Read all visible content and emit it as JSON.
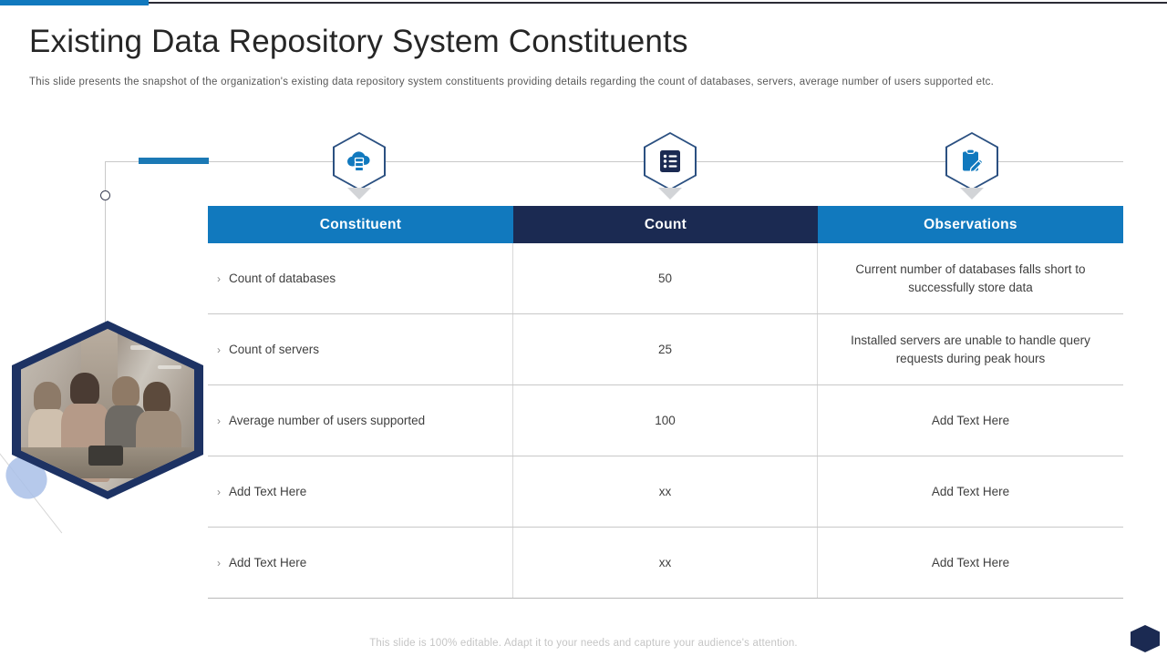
{
  "header": {
    "title": "Existing Data Repository System Constituents",
    "subtitle": "This slide presents the snapshot of the organization's  existing data repository  system constituents providing  details regarding  the count of databases, servers,  average  number of users supported  etc."
  },
  "icons": [
    {
      "name": "cloud-database-icon",
      "color": "#1179be"
    },
    {
      "name": "checklist-icon",
      "color": "#1b2a52"
    },
    {
      "name": "clipboard-pencil-icon",
      "color": "#1179be"
    }
  ],
  "table": {
    "columns": [
      {
        "label": "Constituent",
        "bg": "#1179be"
      },
      {
        "label": "Count",
        "bg": "#1b2a52"
      },
      {
        "label": "Observations",
        "bg": "#1179be"
      }
    ],
    "rows": [
      {
        "constituent": "Count of databases",
        "count": "50",
        "observation": "Current number of databases falls short to successfully  store data"
      },
      {
        "constituent": "Count of servers",
        "count": "25",
        "observation": "Installed  servers are unable to handle query requests during peak hours"
      },
      {
        "constituent": "Average number of users supported",
        "count": "100",
        "observation": "Add Text Here"
      },
      {
        "constituent": "Add Text Here",
        "count": "xx",
        "observation": "Add Text Here"
      },
      {
        "constituent": "Add Text Here",
        "count": "xx",
        "observation": "Add Text Here"
      }
    ],
    "bullet": "›"
  },
  "photo": {
    "alt": "team-collaboration-photo"
  },
  "footer": {
    "note": "This slide is 100% editable. Adapt it to your needs and capture your audience's attention.",
    "logo": "hexagon-logo"
  },
  "theme": {
    "blue": "#1179be",
    "navy": "#1b2a52",
    "hex_border": "#1d3263"
  }
}
